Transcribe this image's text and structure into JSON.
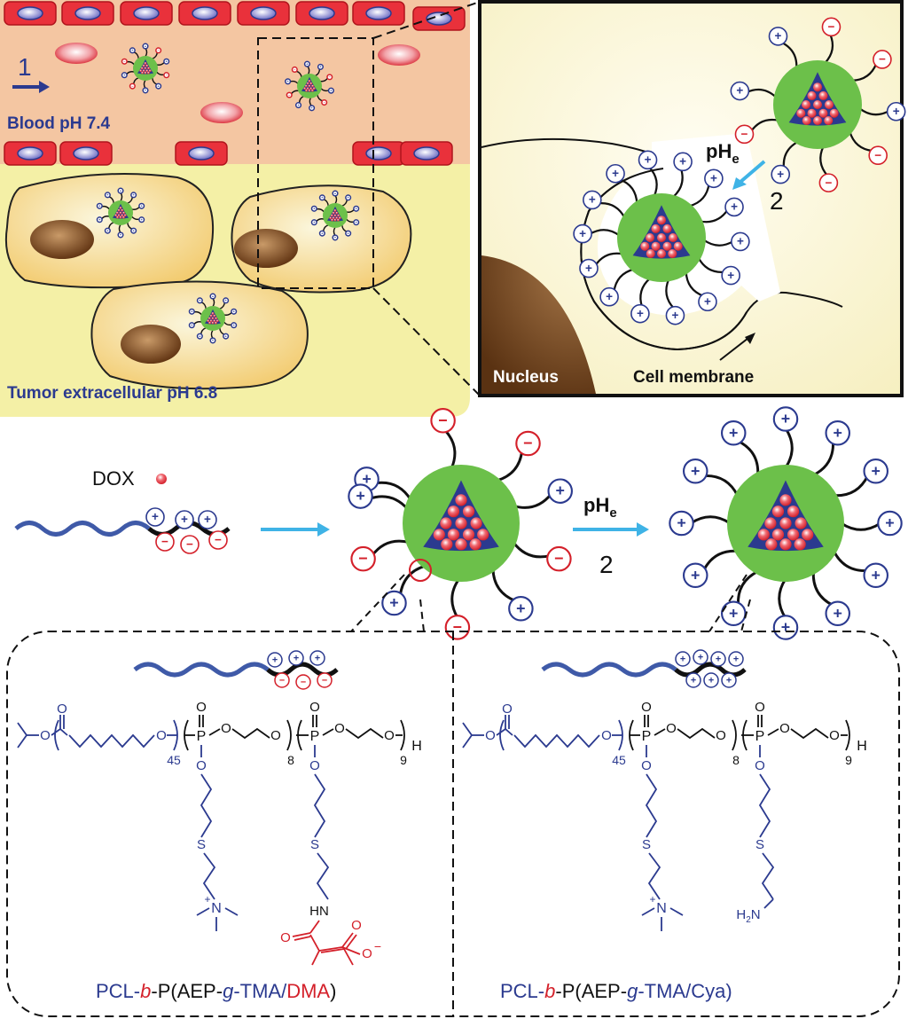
{
  "labels": {
    "step1": "1",
    "blood": "Blood pH 7.4",
    "tumor": "Tumor extracellular pH 6.8",
    "phe": "pH",
    "phe_sub": "e",
    "step2": "2",
    "nucleus": "Nucleus",
    "membrane": "Cell membrane",
    "dox": "DOX",
    "sub45": "45",
    "sub8": "8",
    "sub9": "9",
    "h": "H",
    "s": "S",
    "o": "O",
    "p": "P",
    "n": "N",
    "hn": "HN",
    "h2n": "H",
    "h2n_sub": "2",
    "h2n_n": "N",
    "plus": "+",
    "minus": "−"
  },
  "left_polymer": {
    "p1": "PCL-",
    "p2": "b",
    "p3": "-P(AEP-",
    "p4": "g",
    "p5": "-TMA/",
    "p6": "DMA",
    "p7": ")"
  },
  "right_polymer": {
    "p1": "PCL-",
    "p2": "b",
    "p3": "-P(AEP-",
    "p4": "g",
    "p5": "-TMA/Cya)"
  },
  "colors": {
    "vessel": "#f4c6a2",
    "tissue": "#f4f0a6",
    "blue": "#2b3a8f",
    "red": "#d4202a",
    "green": "#6cc04a",
    "cyan": "#3fb3e6",
    "nucleus": "#7a4a1e"
  }
}
